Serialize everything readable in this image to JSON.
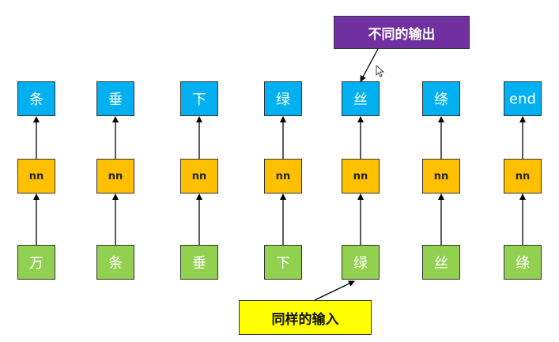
{
  "callouts": {
    "output_label": "不同的输出",
    "input_label": "同样的输入"
  },
  "columns": [
    {
      "output": "条",
      "cell": "nn",
      "input": "万"
    },
    {
      "output": "垂",
      "cell": "nn",
      "input": "条"
    },
    {
      "output": "下",
      "cell": "nn",
      "input": "垂"
    },
    {
      "output": "绿",
      "cell": "nn",
      "input": "下"
    },
    {
      "output": "丝",
      "cell": "nn",
      "input": "绿"
    },
    {
      "output": "绦",
      "cell": "nn",
      "input": "丝"
    },
    {
      "output": "end",
      "cell": "nn",
      "input": "绦"
    }
  ],
  "colors": {
    "output_box": "#00b0f0",
    "nn_box": "#ffc000",
    "input_box": "#92d050",
    "output_callout": "#7030a0",
    "input_callout": "#ffff00"
  },
  "icons": {
    "pointer": "mouse-cursor-icon"
  }
}
